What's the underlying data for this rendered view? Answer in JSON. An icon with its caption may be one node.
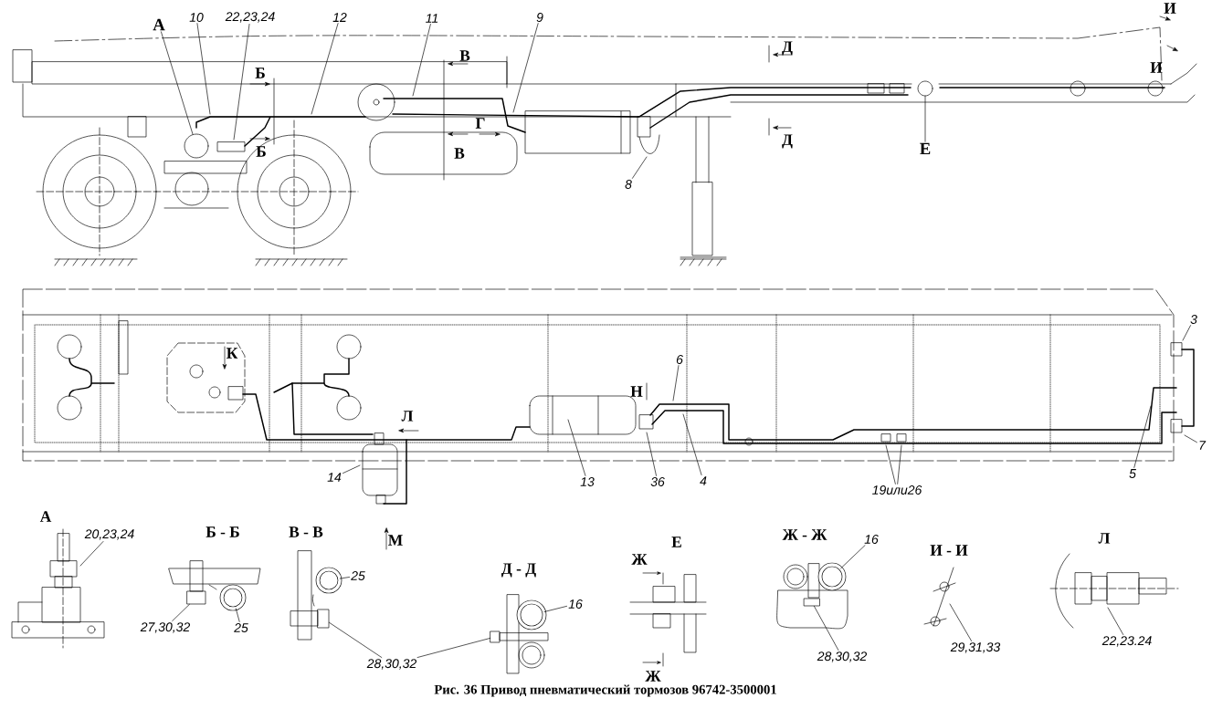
{
  "diagram": {
    "caption": "Рис. 36 Привод пневматический тормозов 96742-3500001",
    "nodes": [
      {
        "text": [
          "А"
        ]
      },
      {
        "text": [
          "10"
        ]
      },
      {
        "text": [
          "22,23,24"
        ]
      },
      {
        "text": [
          "12"
        ]
      },
      {
        "text": [
          "11"
        ]
      },
      {
        "text": [
          "9"
        ]
      },
      {
        "text": [
          "8"
        ]
      },
      {
        "text": [
          "Е"
        ]
      },
      {
        "text": [
          "3"
        ]
      },
      {
        "text": [
          "7"
        ]
      },
      {
        "text": [
          "5"
        ]
      },
      {
        "text": [
          "19или26"
        ]
      },
      {
        "text": [
          "4"
        ]
      },
      {
        "text": [
          "36"
        ]
      },
      {
        "text": [
          "6"
        ]
      },
      {
        "text": [
          "13"
        ]
      },
      {
        "text": [
          "14"
        ]
      },
      {
        "text": [
          "20,23,24"
        ]
      },
      {
        "text": [
          "27,30,32"
        ]
      },
      {
        "text": [
          "25"
        ]
      },
      {
        "text": [
          "25"
        ]
      },
      {
        "text": [
          "28,30,32"
        ]
      },
      {
        "text": [
          "16"
        ]
      },
      {
        "text": [
          "16"
        ]
      },
      {
        "text": [
          "28,30,32"
        ]
      },
      {
        "text": [
          "29,31,33"
        ]
      },
      {
        "text": [
          "22,23.24"
        ]
      },
      {
        "text": [],
        "shape": "circle"
      },
      {
        "text": [],
        "shape": "circle"
      },
      {
        "text": [],
        "shape": "box"
      },
      {
        "text": [],
        "shape": "circle"
      },
      {
        "text": [],
        "shape": "circle"
      },
      {
        "text": [],
        "shape": "box"
      },
      {
        "text": [],
        "shape": "box"
      },
      {
        "text": [],
        "shape": "circle"
      },
      {
        "text": [],
        "shape": "circle"
      },
      {
        "text": [],
        "shape": "box"
      }
    ],
    "edges": [
      {
        "from": 0,
        "to": 27,
        "arrow": "none"
      },
      {
        "from": 1,
        "to": null,
        "arrow": "none"
      },
      {
        "from": 2,
        "to": null,
        "arrow": "none"
      },
      {
        "from": 3,
        "to": null,
        "arrow": "none"
      },
      {
        "from": 4,
        "to": null,
        "arrow": "none"
      },
      {
        "from": 5,
        "to": null,
        "arrow": "none"
      },
      {
        "from": 6,
        "to": null,
        "arrow": "none"
      },
      {
        "from": 7,
        "to": 28,
        "arrow": "none"
      },
      {
        "from": 8,
        "to": null,
        "arrow": "none"
      },
      {
        "from": 9,
        "to": null,
        "arrow": "none"
      },
      {
        "from": 10,
        "to": null,
        "arrow": "none"
      },
      {
        "from": 11,
        "to": null,
        "arrow": "none"
      },
      {
        "from": 11,
        "to": null,
        "arrow": "none"
      },
      {
        "from": 12,
        "to": null,
        "arrow": "none"
      },
      {
        "from": 13,
        "to": null,
        "arrow": "none"
      },
      {
        "from": 14,
        "to": null,
        "arrow": "none"
      },
      {
        "from": 15,
        "to": null,
        "arrow": "none"
      },
      {
        "from": 16,
        "to": null,
        "arrow": "none"
      },
      {
        "from": 17,
        "to": null,
        "arrow": "none"
      },
      {
        "from": 18,
        "to": 29,
        "arrow": "none"
      },
      {
        "from": 19,
        "to": 30,
        "arrow": "none"
      },
      {
        "from": 20,
        "to": 31,
        "arrow": "none"
      },
      {
        "from": 21,
        "to": 32,
        "arrow": "none"
      },
      {
        "from": 21,
        "to": 33,
        "arrow": "none"
      },
      {
        "from": 22,
        "to": 34,
        "arrow": "none"
      },
      {
        "from": 23,
        "to": 35,
        "arrow": "none"
      },
      {
        "from": 24,
        "to": 36,
        "arrow": "none"
      },
      {
        "from": 25,
        "to": null,
        "arrow": "none"
      },
      {
        "from": 26,
        "to": null,
        "arrow": "none"
      }
    ],
    "labels": [
      "В",
      "Б",
      "Д",
      "И",
      "И",
      "Г",
      "Б",
      "В",
      "Д",
      "К",
      "Н",
      "Л",
      "М",
      "А",
      "Б - Б",
      "В - В",
      "Д - Д",
      "Е",
      "Ж",
      "Ж",
      "Ж - Ж",
      "И - И",
      "Л"
    ]
  }
}
